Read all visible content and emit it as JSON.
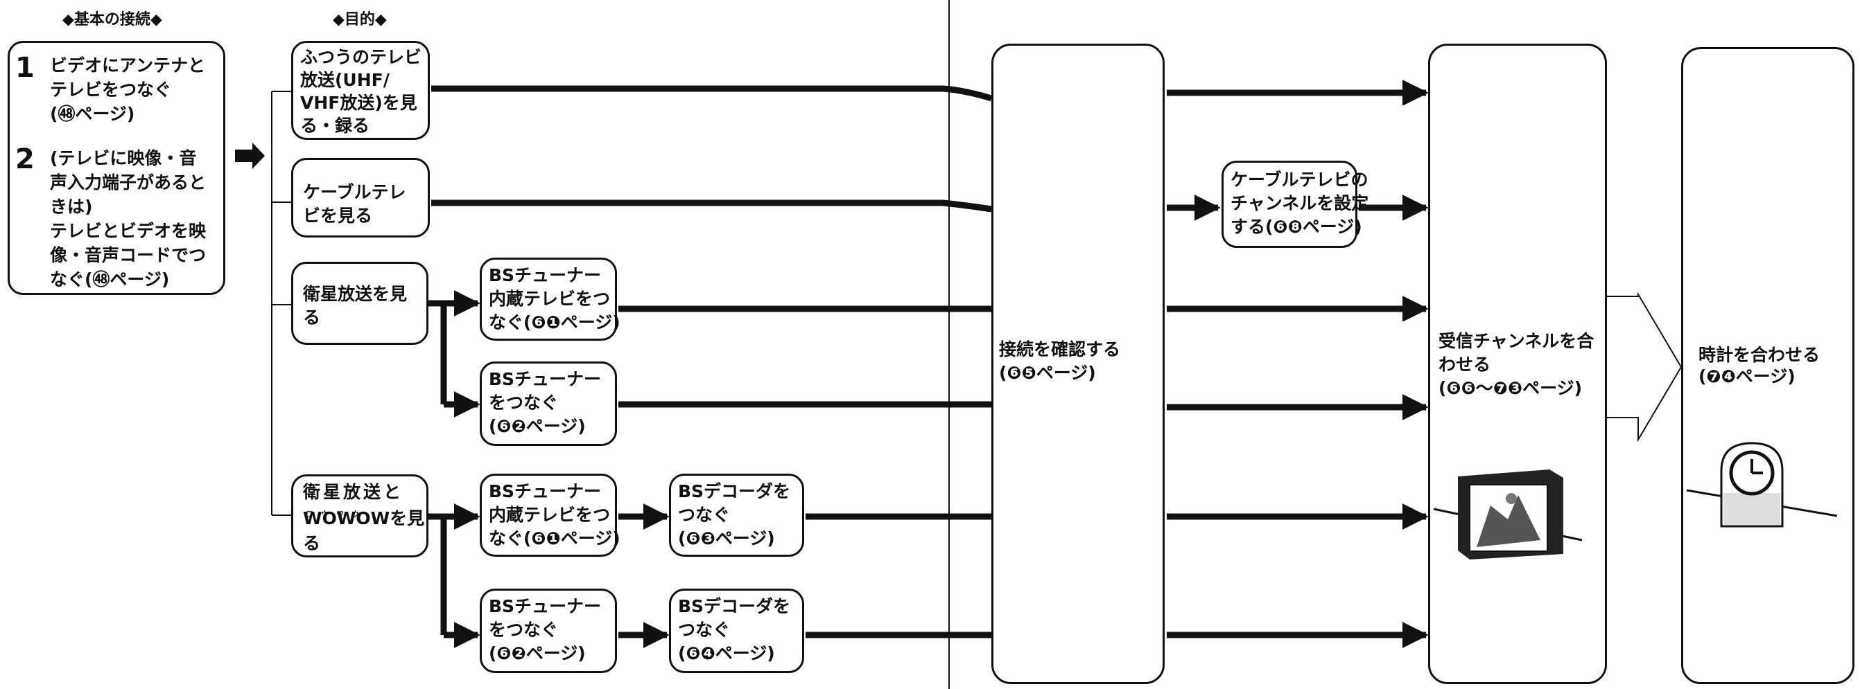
{
  "headers": {
    "basic": "◆基本の接続◆",
    "purpose": "◆目的◆"
  },
  "basic": {
    "step1_num": "1",
    "step1_lines": [
      "ビデオにアンテナと",
      "テレビをつなぐ",
      "(㊽ページ)"
    ],
    "step2_num": "2",
    "step2_lines": [
      "(テレビに映像・音",
      "声入力端子があると",
      "きは)",
      "テレビとビデオを映",
      "像・音声コードでつ",
      "なぐ(㊽ページ)"
    ]
  },
  "purpose": {
    "p1": [
      "ふつうのテレビ",
      "放送(UHF/",
      "VHF放送)を見",
      "る・録る"
    ],
    "p2": [
      "ケーブルテレ",
      "ビを見る"
    ],
    "p3": [
      "衛星放送を見",
      "る"
    ],
    "p4": [
      "衛星放送と",
      "WOWOWを見",
      "る"
    ],
    "p4_ruby": "ワウワウ"
  },
  "tuner": {
    "t1": [
      "BSチューナー",
      "内蔵テレビをつ",
      "なぐ(❻❶ページ)"
    ],
    "t2": [
      "BSチューナー",
      "をつなぐ",
      "(❻❷ページ)"
    ],
    "t3": [
      "BSチューナー",
      "内蔵テレビをつ",
      "なぐ(❻❶ページ)"
    ],
    "t4": [
      "BSチューナー",
      "をつなぐ",
      "(❻❷ページ)"
    ]
  },
  "decoder": {
    "d1": [
      "BSデコーダを",
      "つなぐ",
      "(❻❸ページ)"
    ],
    "d2": [
      "BSデコーダを",
      "つなぐ",
      "(❻❹ページ)"
    ]
  },
  "confirm": [
    "接続を確認する",
    "(❻❺ページ)"
  ],
  "cable_setting": [
    "ケーブルテレビの",
    "チャンネルを設定",
    "する(❻❽ページ)"
  ],
  "receive": [
    "受信チャンネルを合",
    "わせる",
    "(❻❻〜❼❸ページ)"
  ],
  "clock": [
    "時計を合わせる",
    "(❼❹ページ)"
  ],
  "icons": [
    "tv-illustration-icon",
    "clock-illustration-icon",
    "arrow-right-icon"
  ]
}
